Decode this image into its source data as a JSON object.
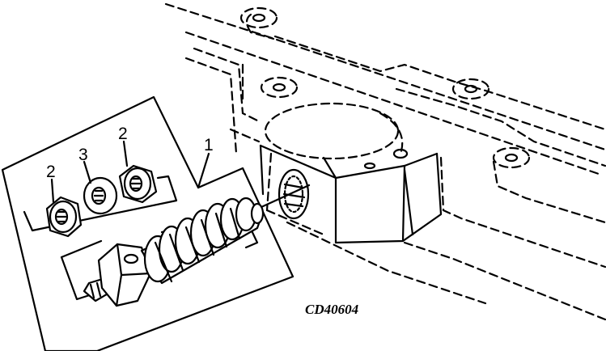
{
  "callouts": {
    "part_1": "1",
    "part_2_left": "2",
    "part_2_right": "2",
    "part_3": "3"
  },
  "figure_id": "CD40604",
  "colors": {
    "ink": "#000000",
    "paper": "#ffffff"
  }
}
